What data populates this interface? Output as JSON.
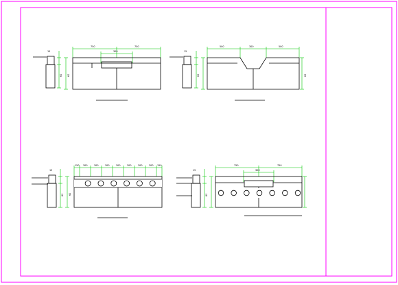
{
  "frame_color": "#ff00ff",
  "dimension_color": "#00c800",
  "ink_color": "#000000",
  "panels": [
    {
      "id": "p1",
      "caption": "",
      "dims_top": [
        "750",
        "300",
        "750"
      ],
      "dim_top_inner": "300",
      "dims_left": [
        "15",
        "60"
      ],
      "side_labels": [
        ""
      ],
      "right_label": "",
      "holes": 0
    },
    {
      "id": "p2",
      "caption": "",
      "dims_top": [
        "500",
        "300",
        "500"
      ],
      "dims_left": [
        "15",
        "60"
      ],
      "side_labels": [
        ""
      ],
      "right_label": "",
      "holes": 0
    },
    {
      "id": "p3",
      "caption": "",
      "dims_top": [
        "150",
        "300",
        "300",
        "300",
        "300",
        "300",
        "300",
        "300",
        "150"
      ],
      "dims_left": [
        "15",
        "60"
      ],
      "side_labels": [
        "",
        ""
      ],
      "right_label": "",
      "holes": 6
    },
    {
      "id": "p4",
      "caption": "",
      "caption2": "",
      "dims_top": [
        "750",
        "750"
      ],
      "dim_top_inner": "300",
      "dims_left": [
        "15",
        "60"
      ],
      "side_labels": [
        "",
        "",
        ""
      ],
      "right_label": "",
      "holes": 7
    }
  ],
  "note": ""
}
